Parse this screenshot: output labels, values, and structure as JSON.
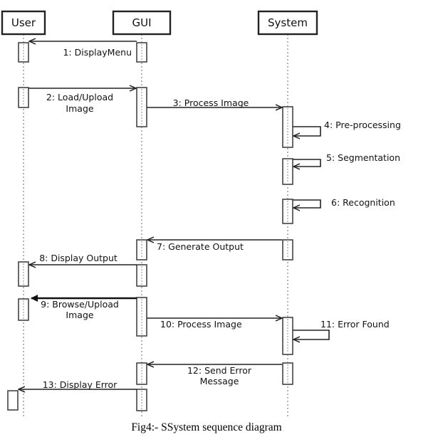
{
  "actors": [
    {
      "id": "user",
      "label": "User"
    },
    {
      "id": "gui",
      "label": "GUI"
    },
    {
      "id": "system",
      "label": "System"
    }
  ],
  "messages": [
    {
      "label": "1: DisplayMenu"
    },
    {
      "label_lines": [
        "2: Load/Upload",
        "Image"
      ]
    },
    {
      "label": "3: Process Image"
    },
    {
      "label": "4: Pre-processing"
    },
    {
      "label": "5: Segmentation"
    },
    {
      "label": "6: Recognition"
    },
    {
      "label": "7: Generate Output"
    },
    {
      "label": "8: Display Output"
    },
    {
      "label_lines": [
        "9: Browse/Upload",
        "Image"
      ]
    },
    {
      "label": "10: Process Image"
    },
    {
      "label": "11: Error Found"
    },
    {
      "label_lines": [
        "12: Send Error",
        "Message"
      ]
    },
    {
      "label": "13: Display Error"
    }
  ],
  "caption": "Fig4:- SSystem sequence diagram"
}
